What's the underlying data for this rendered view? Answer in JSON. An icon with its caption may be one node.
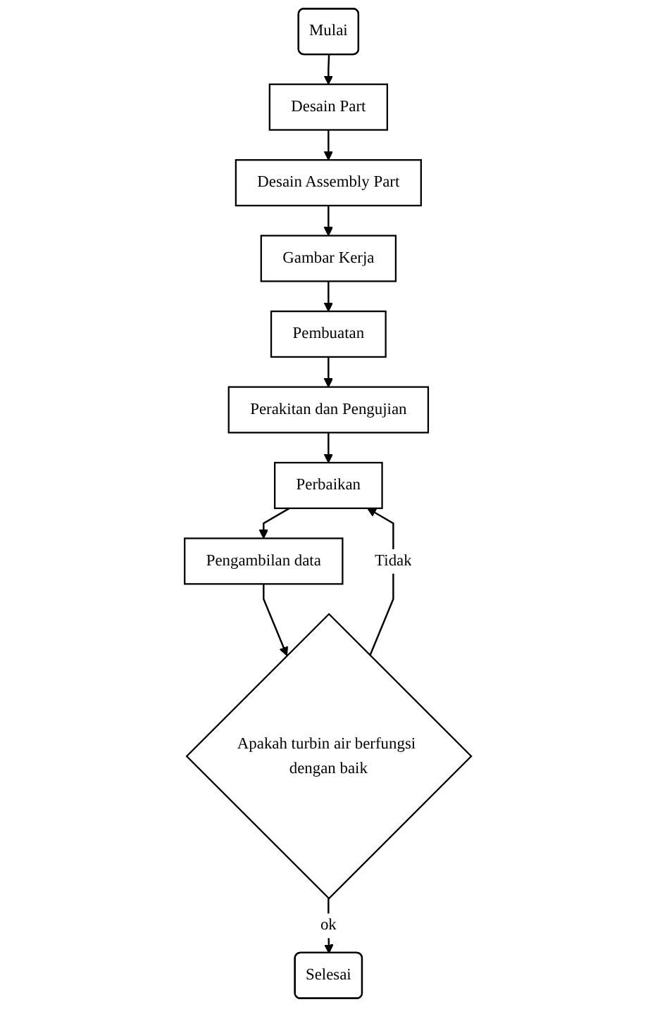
{
  "diagram": {
    "nodes": [
      {
        "text": [
          "Mulai"
        ]
      },
      {
        "text": [
          "Desain Part"
        ]
      },
      {
        "text": [
          "Desain Assembly Part"
        ]
      },
      {
        "text": [
          "Gambar Kerja"
        ]
      },
      {
        "text": [
          "Pembuatan"
        ]
      },
      {
        "text": [
          "Perakitan dan Pengujian"
        ]
      },
      {
        "text": [
          "Perbaikan"
        ]
      },
      {
        "text": [
          "Pengambilan data"
        ]
      },
      {
        "text": [
          "Apakah turbin air berfungsi dengan baik"
        ]
      },
      {
        "text": [
          "Selesai"
        ]
      }
    ],
    "edges": [
      {
        "from": 0,
        "to": 1,
        "arrow": "to"
      },
      {
        "from": 1,
        "to": 2,
        "arrow": "to"
      },
      {
        "from": 2,
        "to": 3,
        "arrow": "to"
      },
      {
        "from": 3,
        "to": 4,
        "arrow": "to"
      },
      {
        "from": 4,
        "to": 5,
        "arrow": "to"
      },
      {
        "from": 5,
        "to": 6,
        "arrow": "to"
      },
      {
        "from": 6,
        "to": 7,
        "arrow": "to"
      },
      {
        "from": 7,
        "to": 8,
        "arrow": "to"
      },
      {
        "from": 8,
        "to": 6,
        "arrow": "to",
        "label": "Tidak"
      },
      {
        "from": 8,
        "to": 9,
        "arrow": "to",
        "label": "ok"
      }
    ]
  }
}
